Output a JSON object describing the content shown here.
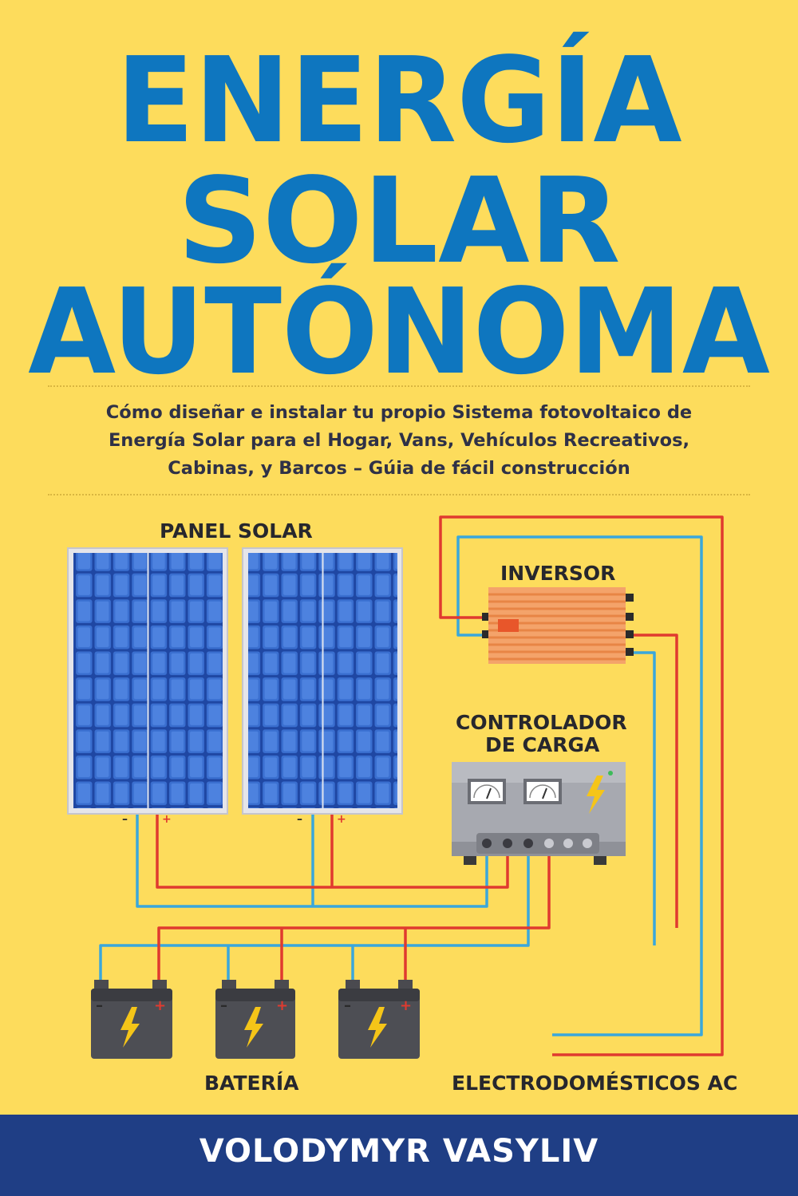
{
  "title": {
    "line1": "ENERGÍA",
    "line2": "SOLAR",
    "line3": "AUTÓNOMA"
  },
  "subtitle": {
    "line1": "Cómo diseñar e instalar tu propio Sistema fotovoltaico de",
    "line2": "Energía Solar para el Hogar, Vans, Vehículos Recreativos,",
    "line3": "Cabinas, y Barcos – Gúia de fácil construcción"
  },
  "diagram": {
    "panel_label": "PANEL SOLAR",
    "inverter_label": "INVERSOR",
    "controller_label_line1": "CONTROLADOR",
    "controller_label_line2": "DE CARGA",
    "battery_label": "BATERÍA",
    "appliances_label": "ELECTRODOMÉSTICOS AC",
    "minus_symbol": "–",
    "plus_symbol": "+"
  },
  "author": "VOLODYMYR VASYLIV",
  "colors": {
    "background": "#fddc5c",
    "title": "#0e76bf",
    "wire_positive": "#e03a2f",
    "wire_negative": "#3aa7dc",
    "author_bar": "#1f3e85"
  }
}
